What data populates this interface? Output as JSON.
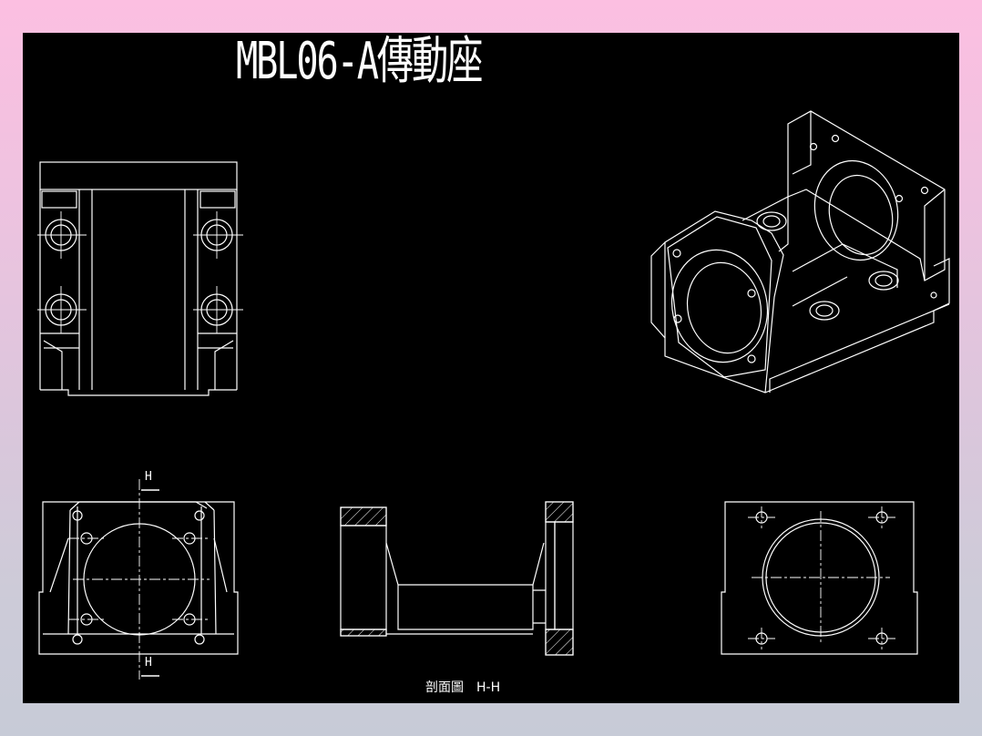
{
  "drawing": {
    "title": "MBL06-A傳動座",
    "section_caption": "剖面圖",
    "section_name": "H-H",
    "section_marker_top": "H",
    "section_marker_bottom": "H"
  },
  "colors": {
    "background_top": "#fcbfe1",
    "background_bottom": "#c7cbd7",
    "sheet": "#000000",
    "lines": "#ffffff"
  }
}
